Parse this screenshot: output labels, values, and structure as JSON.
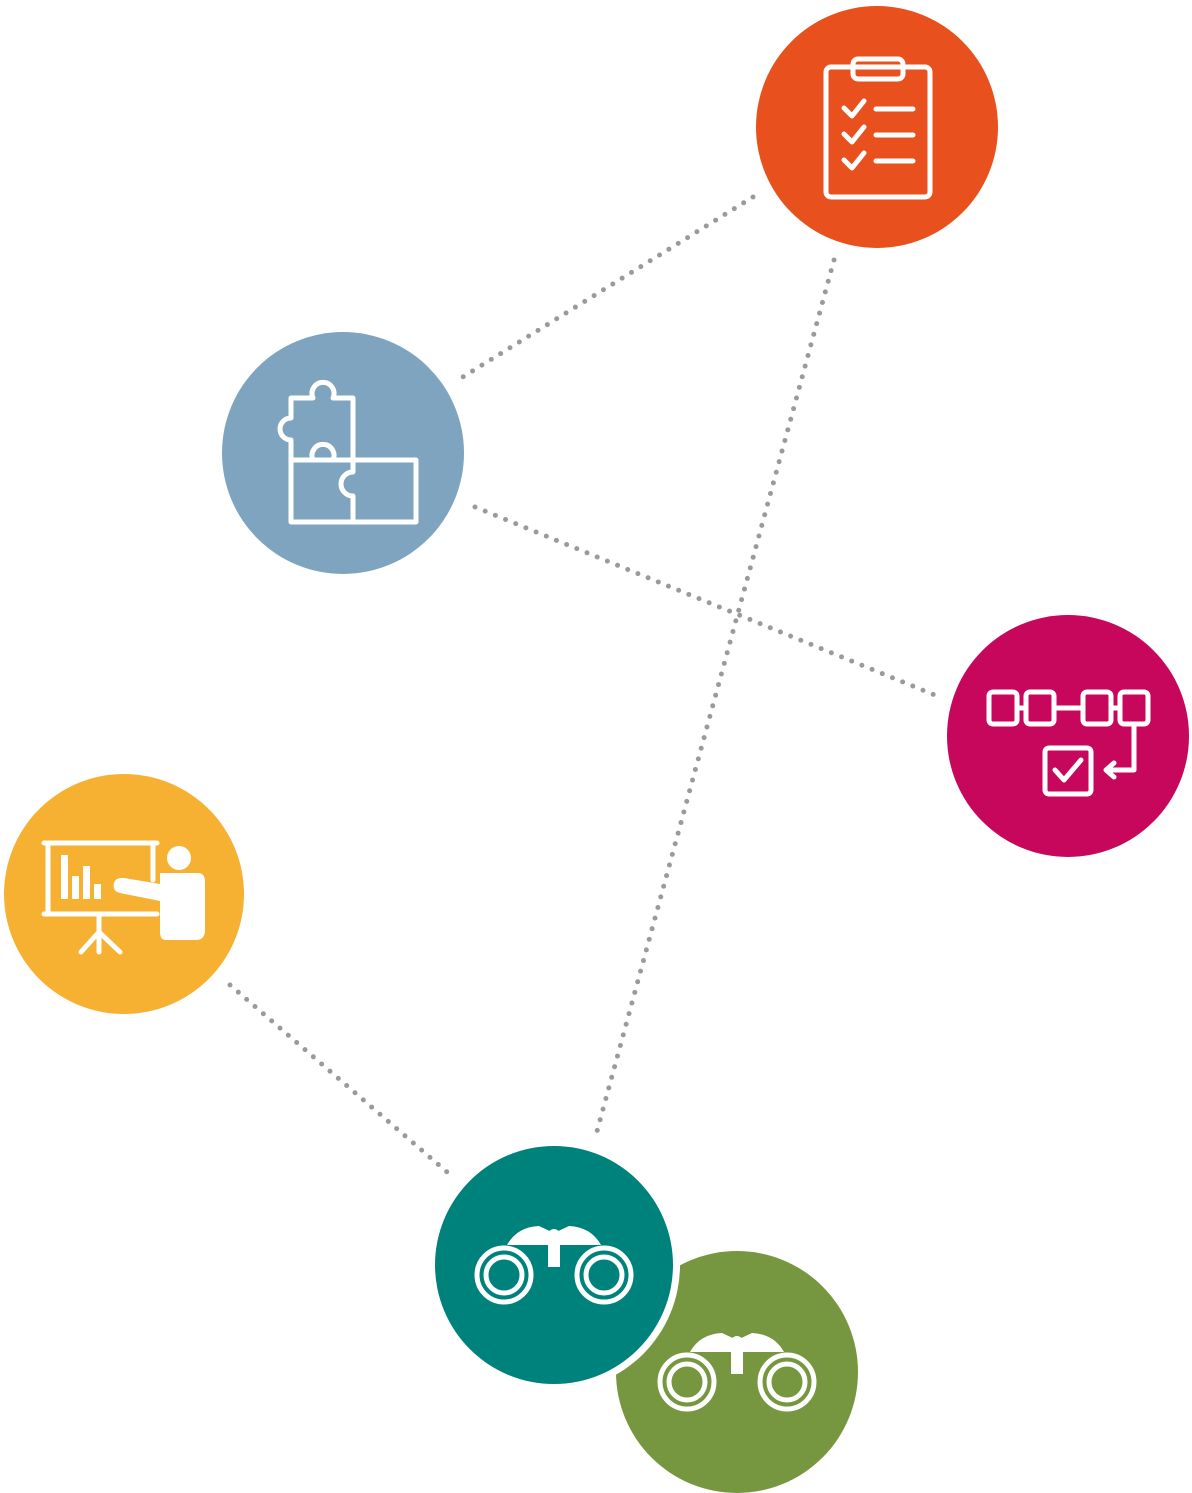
{
  "diagram": {
    "nodes": [
      {
        "id": "checklist",
        "icon": "clipboard-checklist-icon",
        "color": "#E8501E"
      },
      {
        "id": "puzzle",
        "icon": "puzzle-pieces-icon",
        "color": "#7FA4BF"
      },
      {
        "id": "process",
        "icon": "process-flow-checkbox-icon",
        "color": "#C7075C"
      },
      {
        "id": "presentation",
        "icon": "presenter-chart-icon",
        "color": "#F6B133"
      },
      {
        "id": "binoculars-green",
        "icon": "binoculars-icon",
        "color": "#76973F"
      },
      {
        "id": "binoculars-teal",
        "icon": "binoculars-icon",
        "color": "#00827C"
      }
    ],
    "connections": [
      {
        "from": "checklist",
        "to": "puzzle"
      },
      {
        "from": "checklist",
        "to": "binoculars-teal"
      },
      {
        "from": "puzzle",
        "to": "process"
      },
      {
        "from": "presentation",
        "to": "binoculars-teal"
      }
    ],
    "connector_color": "#9A9A9A",
    "background": "#FFFFFF"
  }
}
